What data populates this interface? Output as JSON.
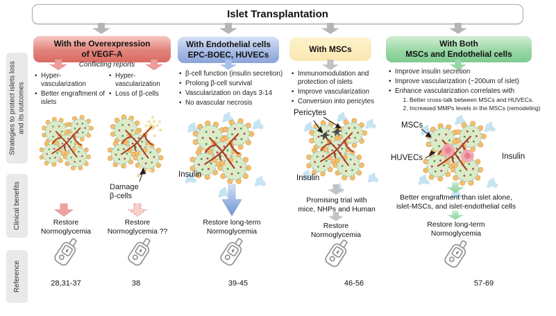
{
  "title": "Islet Transplantation",
  "sidebar": {
    "strategies": "Strategies to protect islets loss\nand its outcomes",
    "clinical": "Clinical benefits",
    "reference": "Reference"
  },
  "col1": {
    "header": "With the Overexpression\nof VEGF-A",
    "conflicting_note": "Conflicting reports",
    "left_bullets": [
      "Hyper-vascularization",
      "Better engraftment of islets"
    ],
    "right_bullets": [
      "Hyper-vascularization",
      "Loss of β-cells"
    ],
    "damage_label": "Damage\nβ-cells",
    "benefit_left": "Restore\nNormoglycemia",
    "benefit_right": "Restore\nNormoglycemia ??",
    "reference_left": "28,31-37",
    "reference_right": "38"
  },
  "col2": {
    "header": "With Endothelial cells\nEPC-BOEC, HUVECs",
    "bullets": [
      "β-cell function (insulin secretion)",
      "Prolong β-cell survival",
      "Vascularization on days 3-14",
      "No avascular necrosis"
    ],
    "insulin_label": "Insulin",
    "benefit": "Restore long-term\nNormoglycemia",
    "reference": "39-45"
  },
  "col3": {
    "header": "With MSCs",
    "bullets": [
      "Immunomodulation and protection of islets",
      "Improve vascularization",
      "Conversion into pericytes"
    ],
    "pericytes_label": "Pericytes",
    "insulin_label": "Insulin",
    "trial_note": "Promising trial with\nmice, NHPs and Human",
    "benefit": "Restore\nNormoglycemia",
    "reference": "46-56"
  },
  "col4": {
    "header": "With Both\nMSCs and Endothelial cells",
    "bullets": [
      "Improve insulin secretion",
      "Improve vascularization (~200um of islet)",
      "Enhance vascularization correlates with"
    ],
    "sub_numbered": [
      "Better cross-talk between MSCs and HUVECs.",
      "Increased MMPs levels in the MSCs (remodeling)"
    ],
    "mscs_label": "MSCs",
    "huvecs_label": "HUVECs",
    "insulin_label": "Insulin",
    "engraftment_note": "Better engraftment than islet alone,\nislet-MSCs, and islet-endothelial cells",
    "benefit": "Restore long-term\nNormoglycemia",
    "reference": "57-69"
  },
  "colors": {
    "vegf_red": "#d96a62",
    "endothelial_blue": "#8ba4d8",
    "msc_yellow": "#fae7b0",
    "both_green": "#7ecb90",
    "neutral_arrow_gray": "#b5b5b5"
  }
}
